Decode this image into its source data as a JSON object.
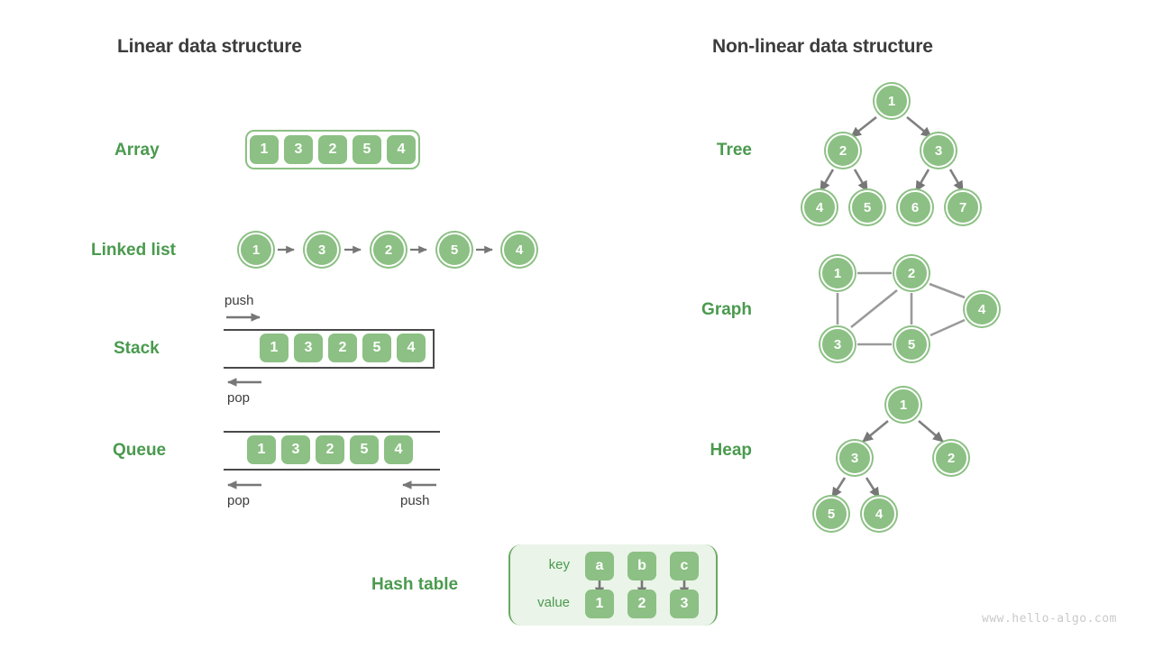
{
  "headings": {
    "linear": "Linear data structure",
    "nonlinear": "Non-linear data structure"
  },
  "labels": {
    "array": "Array",
    "linked_list": "Linked list",
    "stack": "Stack",
    "queue": "Queue",
    "hash_table": "Hash table",
    "tree": "Tree",
    "graph": "Graph",
    "heap": "Heap"
  },
  "ops": {
    "stack_push": "push",
    "stack_pop": "pop",
    "queue_pop": "pop",
    "queue_push": "push"
  },
  "colors": {
    "cell_green": "#8cc084",
    "label_green": "#4a9a4e",
    "heading_gray": "#3c3c3c",
    "arrow_gray": "#777777",
    "frame_gray": "#4a4a4a",
    "hash_bg": "#eaf4e8",
    "watermark_gray": "#c9c9c9",
    "background": "#ffffff"
  },
  "array": {
    "values": [
      "1",
      "3",
      "2",
      "5",
      "4"
    ]
  },
  "linked_list": {
    "values": [
      "1",
      "3",
      "2",
      "5",
      "4"
    ],
    "arrow": "right-arrow-icon"
  },
  "stack": {
    "values": [
      "1",
      "3",
      "2",
      "5",
      "4"
    ],
    "push_arrow": "right-arrow-icon",
    "pop_arrow": "left-arrow-icon"
  },
  "queue": {
    "values": [
      "1",
      "3",
      "2",
      "5",
      "4"
    ],
    "pop_arrow": "left-arrow-icon",
    "push_arrow": "left-arrow-icon"
  },
  "hash_table": {
    "key_label": "key",
    "value_label": "value",
    "keys": [
      "a",
      "b",
      "c"
    ],
    "values": [
      "1",
      "2",
      "3"
    ],
    "arrow": "down-arrow-icon"
  },
  "tree": {
    "nodes": [
      "1",
      "2",
      "3",
      "4",
      "5",
      "6",
      "7"
    ],
    "edges": [
      [
        0,
        1
      ],
      [
        0,
        2
      ],
      [
        1,
        3
      ],
      [
        1,
        4
      ],
      [
        2,
        5
      ],
      [
        2,
        6
      ]
    ],
    "directed": true
  },
  "graph": {
    "nodes": [
      "1",
      "2",
      "3",
      "4",
      "5"
    ],
    "edges": [
      [
        0,
        1
      ],
      [
        0,
        2
      ],
      [
        1,
        2
      ],
      [
        1,
        4
      ],
      [
        1,
        3
      ],
      [
        2,
        4
      ],
      [
        4,
        3
      ]
    ],
    "directed": false
  },
  "heap": {
    "nodes": [
      "1",
      "3",
      "2",
      "5",
      "4"
    ],
    "edges": [
      [
        0,
        1
      ],
      [
        0,
        2
      ],
      [
        1,
        3
      ],
      [
        1,
        4
      ]
    ],
    "directed": true
  },
  "watermark": "www.hello-algo.com"
}
